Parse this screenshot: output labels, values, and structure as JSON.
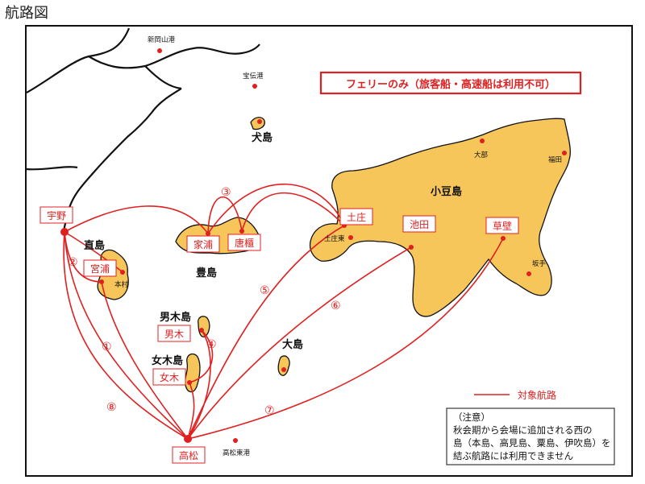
{
  "title": "航路図",
  "banner": "フェリーのみ（旅客船・高速船は利用不可）",
  "legend": {
    "label": "対象航路"
  },
  "note": {
    "heading": "（注意）",
    "lines": [
      "秋会期から会場に追加される西の",
      "島（本島、高見島、粟島、伊吹島）を",
      "結ぶ航路には利用できません"
    ]
  },
  "islands": {
    "inujima": "犬島",
    "naoshima": "直島",
    "teshima": "豊島",
    "ogijima": "男木島",
    "megijima": "女木島",
    "oshima": "大島",
    "shodoshima": "小豆島"
  },
  "ports_boxed": {
    "uno": "宇野",
    "miyaura": "宮浦",
    "ieura": "家浦",
    "karato": "唐櫃",
    "ogi": "男木",
    "megi": "女木",
    "tonosho": "土庄",
    "ikeda": "池田",
    "kusakabe": "草壁",
    "takamatsu": "高松"
  },
  "ports_small": {
    "shinokayama": "新岡山港",
    "hoden": "宝伝港",
    "honmura": "本村",
    "tonosho_higashi": "土庄東",
    "obe": "大部",
    "fukuda": "福田",
    "sakate": "坂手",
    "takamatsu_higashi": "高松東港"
  },
  "routes": [
    "①",
    "②",
    "③",
    "④",
    "⑤",
    "⑥",
    "⑦",
    "⑧"
  ],
  "colors": {
    "route": "#e02020",
    "island": "#f7c65a",
    "coast": "#111111"
  }
}
